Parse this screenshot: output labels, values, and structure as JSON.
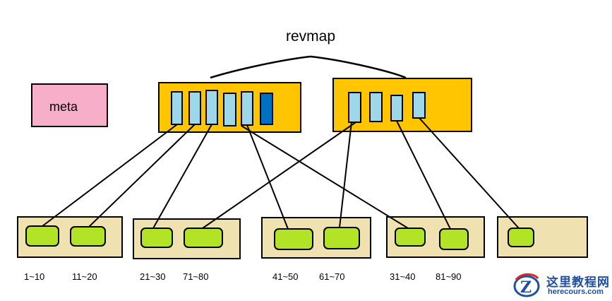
{
  "colors": {
    "meta_fill": "#f7aec9",
    "revmap_fill": "#ffc600",
    "pointer_fill": "#9dd7ea",
    "pointer_active_fill": "#0070c0",
    "leaf_fill": "#f0e2b0",
    "entry_fill": "#b3e326",
    "watermark_blue": "#1f4fa3",
    "watermark_red": "#e0271c"
  },
  "title": "revmap",
  "meta": {
    "label": "meta"
  },
  "ranges": [
    "1~10",
    "11~20",
    "21~30",
    "71~80",
    "41~50",
    "61~70",
    "31~40",
    "81~90"
  ],
  "watermark": {
    "icon": "z-logo-icon",
    "name": "这里教程网",
    "url": "herecours.com"
  }
}
